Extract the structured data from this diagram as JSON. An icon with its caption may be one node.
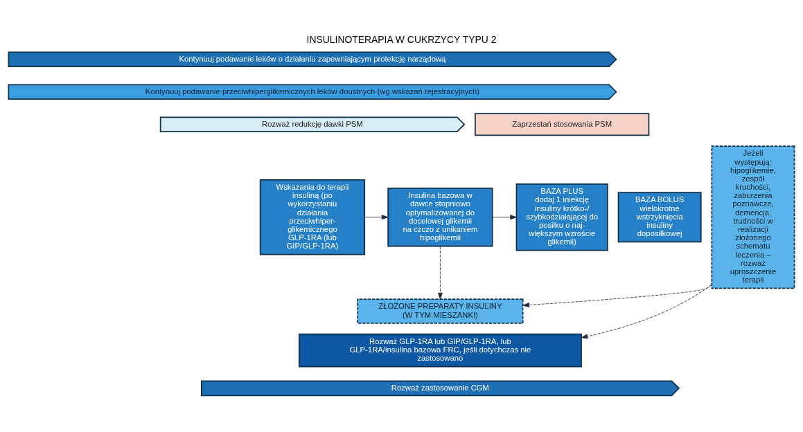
{
  "diagram": {
    "title": "INSULINOTERAPIA W CUKRZYCY TYPU 2",
    "nodes": [
      {
        "text": [
          "Kontynuuj podawanie leków o działaniu zapewniającym protekcję narządową"
        ]
      },
      {
        "text": [
          "Kontynuuj podawanie przeciwhiperglikemicznych leków doustnych (wg wskazań rejestracyjnych)"
        ]
      },
      {
        "text": [
          "Rozważ redukcję dawki PSM"
        ]
      },
      {
        "text": [
          "Zaprzestań stosowania PSM"
        ]
      },
      {
        "text": [
          "Wskazania do terapii insuliną (po wykorzystaniu działania przeciwhiper- glikemicznego GLP-1RA (lub GIP/GLP-1RA)"
        ]
      },
      {
        "text": [
          "Insulina bazowa w dawce stopniowo optymalizowanej do docelowej glikemii na czczo z unikaniem hipoglikemii"
        ]
      },
      {
        "text": [
          "BAZA PLUS",
          "dodaj 1 iniekcję insuliny krótko-/ szybkodziałającej do posiłku o naj- większym wzroście glikemii)"
        ]
      },
      {
        "text": [
          "BAZA BOLUS",
          "wielokrotne wstrzyknięcia insuliny doposiłkowej"
        ]
      },
      {
        "text": [
          "ZŁOŻONE PREPARATY INSULINY (W TYM MIESZANKI)"
        ]
      },
      {
        "text": [
          "Jeżeli występują: hipoglikemie, zespół kruchości, zaburzenia poznawcze, demencja, trudności w realizacji złożonego schematu leczenia – rozważ uproszczenie terapii"
        ]
      },
      {
        "text": [
          "Rozważ GLP-1RA lub GIP/GLP-1RA, lub GLP-1RA/insulina bazowa FRC, jeśli dotychczas nie zastosowano"
        ]
      },
      {
        "text": [
          "Rozważ zastosowanie CGM"
        ]
      }
    ],
    "edges": [
      {
        "from": 4,
        "to": 5,
        "arrow": "to"
      },
      {
        "from": 5,
        "to": 6,
        "arrow": "to"
      },
      {
        "from": 5,
        "to": 8,
        "arrow": "to",
        "style": "dashed"
      },
      {
        "from": 9,
        "to": 8,
        "arrow": "to",
        "style": "dashed"
      },
      {
        "from": 9,
        "to": 10,
        "arrow": "to",
        "style": "dashed"
      }
    ]
  }
}
